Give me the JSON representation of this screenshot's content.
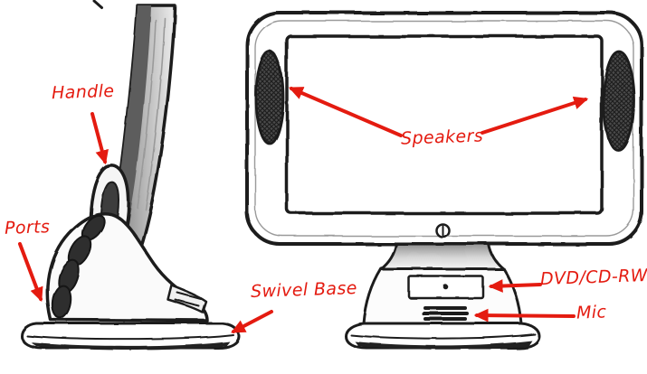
{
  "diagram": {
    "labels": {
      "handle": "Handle",
      "ports": "Ports",
      "swivel_base": "Swivel Base",
      "speakers": "Speakers",
      "dvd": "DVD/CD-RW",
      "mic": "Mic"
    },
    "colors": {
      "accent": "#e41b10",
      "ink": "#1c1c1c",
      "paper": "#ffffff"
    }
  }
}
